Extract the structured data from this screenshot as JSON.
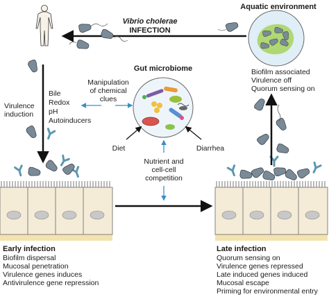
{
  "title_top": "Aquatic environment",
  "infection_label": {
    "species": "Vibrio cholerae",
    "word": "INFECTION"
  },
  "aquatic_states": [
    "Biofilm associated",
    "Virulence off",
    "Quorum sensing on"
  ],
  "virulence_induction": [
    "Virulence",
    "induction"
  ],
  "signals": [
    "Bile",
    "Redox",
    "pH",
    "Autoinducers"
  ],
  "manipulation": [
    "Manipulation",
    "of chemical",
    "clues"
  ],
  "gut_microbiome": "Gut microbiome",
  "diet": "Diet",
  "diarrhea": "Diarrhea",
  "nutrient": [
    "Nutrient and",
    "cell-cell",
    "competition"
  ],
  "early": {
    "title": "Early infection",
    "items": [
      "Biofilm dispersal",
      "Mucosal penetration",
      "Virulence genes induces",
      "Antivirulence gene repression"
    ]
  },
  "late": {
    "title": "Late infection",
    "items": [
      "Quorum sensing on",
      "Virulence genes repressed",
      "Late induced genes induced",
      "Mucosal escape",
      "Priming for environmental entry"
    ]
  },
  "colors": {
    "bacteria": "#7a8a96",
    "bacteria_outline": "#3c4650",
    "antibody": "#5b98b0",
    "epithelium": "#f4ecd7",
    "nucleus": "#c8c8c8",
    "blue_arrow": "#3a8fc8",
    "microbiome_fill": "#dfeef7",
    "biofilm": "#a7d25c"
  }
}
